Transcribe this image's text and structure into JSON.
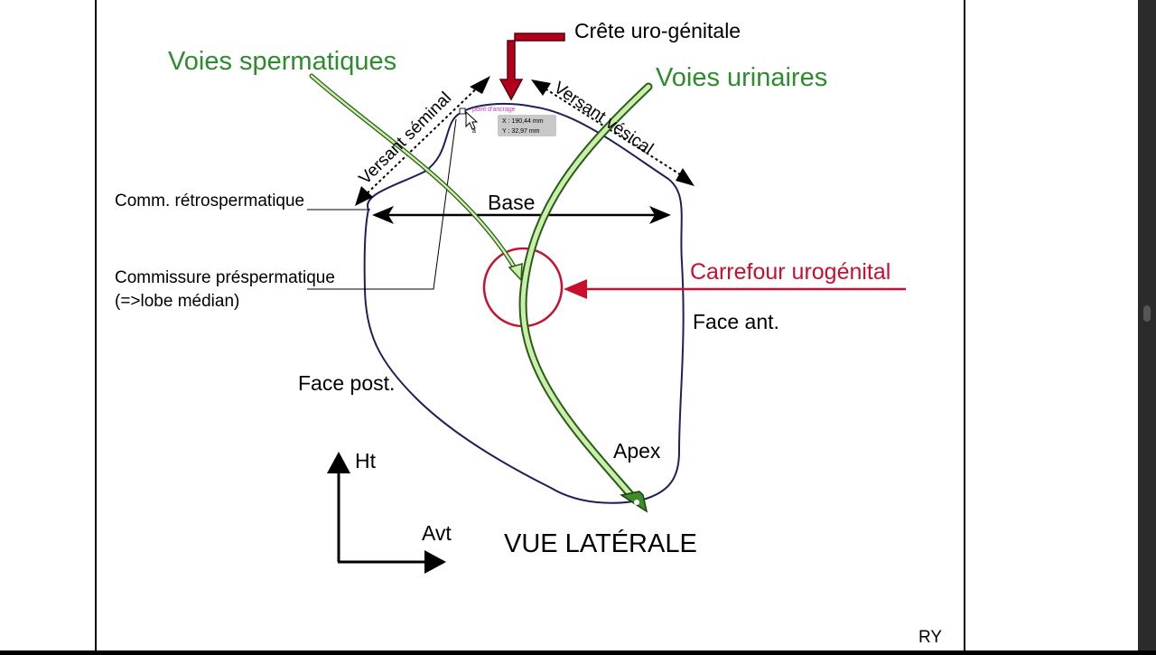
{
  "title": "VUE LATÉRALE",
  "labels": {
    "crete": "Crête uro-génitale",
    "voies_spermatiques": "Voies spermatiques",
    "voies_urinaires": "Voies urinaires",
    "versant_seminal": "Versant séminal",
    "versant_vesical": "Versant vésical",
    "comm_retro": "Comm. rétrospermatique",
    "base": "Base",
    "comm_prespermatique_1": "Commissure préspermatique",
    "comm_prespermatique_2": "(=>lobe médian)",
    "carrefour": "Carrefour urogénital",
    "face_ant": "Face ant.",
    "face_post": "Face post.",
    "apex": "Apex",
    "ht": "Ht",
    "avt": "Avt",
    "signature": "RY"
  },
  "tooltip": {
    "header": "point d'ancrage",
    "x": "X : 190,44 mm",
    "y": "Y : 32,97 mm",
    "cursor_tag": "a"
  },
  "colors": {
    "green_text": "#2e8b2e",
    "red": "#c8102e",
    "dark_red_arrow": "#b3001b",
    "outline": "#1f1f5a",
    "duct_fill": "#c9f0a8",
    "duct_stroke": "#2b5a1a"
  }
}
